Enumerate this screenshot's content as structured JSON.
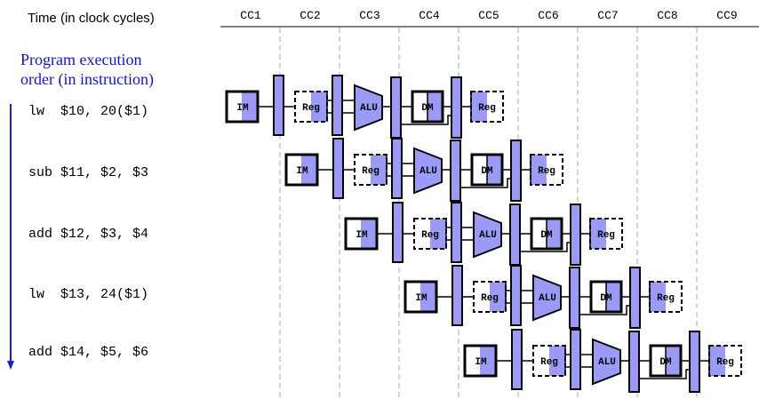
{
  "header": {
    "time_label": "Time (in clock cycles)",
    "order_label_line1": "Program  execution",
    "order_label_line2": "order (in instruction)"
  },
  "clock_cycles": [
    "CC1",
    "CC2",
    "CC3",
    "CC4",
    "CC5",
    "CC6",
    "CC7",
    "CC8",
    "CC9"
  ],
  "instructions": [
    {
      "text": "lw  $10, 20($1)"
    },
    {
      "text": "sub $11, $2, $3"
    },
    {
      "text": "add $12, $3, $4"
    },
    {
      "text": "lw  $13, 24($1)"
    },
    {
      "text": "add $14, $5, $6"
    }
  ],
  "stages": {
    "im": "IM",
    "reg_read": "Reg",
    "alu": "ALU",
    "dm": "DM",
    "reg_write": "Reg"
  },
  "colors": {
    "stage_fill": "#9b9bf7",
    "arrow": "#1a1aee",
    "text_blue": "#1010ee"
  }
}
